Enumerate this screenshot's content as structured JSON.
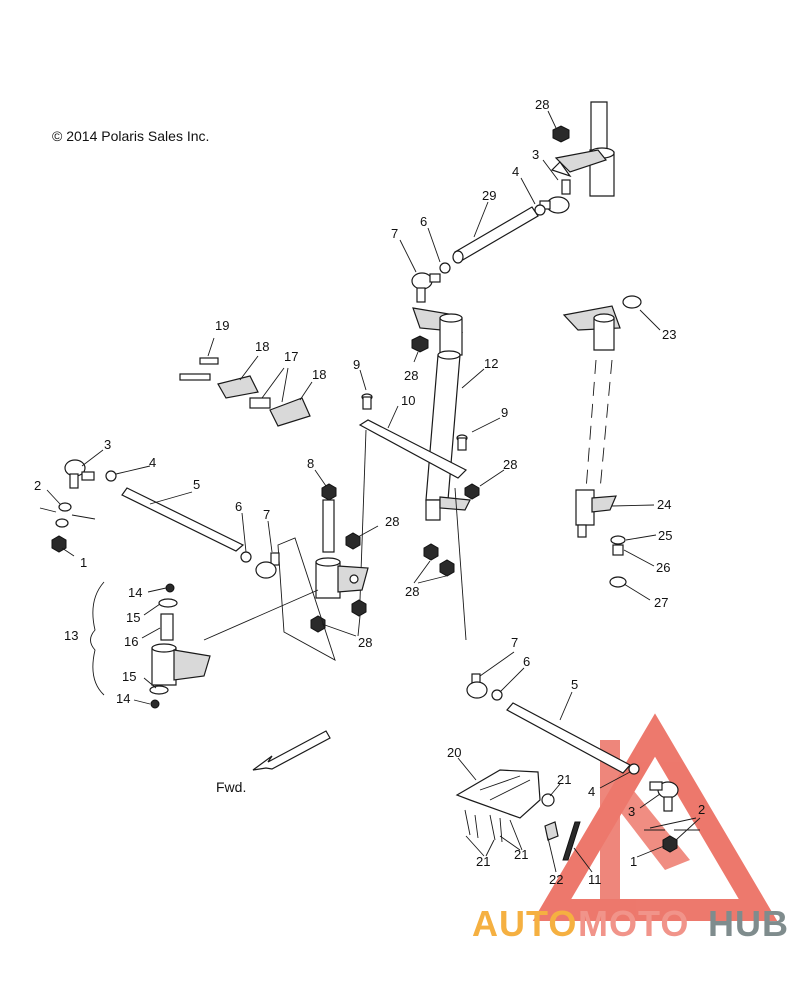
{
  "copyright": "© 2014 Polaris Sales Inc.",
  "forward_label": "Fwd.",
  "callouts": [
    {
      "id": "c28a",
      "label": "28"
    },
    {
      "id": "c3a",
      "label": "3"
    },
    {
      "id": "c4a",
      "label": "4"
    },
    {
      "id": "c29",
      "label": "29"
    },
    {
      "id": "c7a",
      "label": "7"
    },
    {
      "id": "c6a",
      "label": "6"
    },
    {
      "id": "c23",
      "label": "23"
    },
    {
      "id": "c19",
      "label": "19"
    },
    {
      "id": "c18a",
      "label": "18"
    },
    {
      "id": "c17",
      "label": "17"
    },
    {
      "id": "c18b",
      "label": "18"
    },
    {
      "id": "c28b",
      "label": "28"
    },
    {
      "id": "c9a",
      "label": "9"
    },
    {
      "id": "c12",
      "label": "12"
    },
    {
      "id": "c10",
      "label": "10"
    },
    {
      "id": "c9b",
      "label": "9"
    },
    {
      "id": "c3b",
      "label": "3"
    },
    {
      "id": "c4b",
      "label": "4"
    },
    {
      "id": "c5a",
      "label": "5"
    },
    {
      "id": "c2a",
      "label": "2"
    },
    {
      "id": "c8",
      "label": "8"
    },
    {
      "id": "c28c",
      "label": "28"
    },
    {
      "id": "c24",
      "label": "24"
    },
    {
      "id": "c6b",
      "label": "6"
    },
    {
      "id": "c7b",
      "label": "7"
    },
    {
      "id": "c28d",
      "label": "28"
    },
    {
      "id": "c25",
      "label": "25"
    },
    {
      "id": "c1a",
      "label": "1"
    },
    {
      "id": "c26",
      "label": "26"
    },
    {
      "id": "c28e",
      "label": "28"
    },
    {
      "id": "c27",
      "label": "27"
    },
    {
      "id": "c14a",
      "label": "14"
    },
    {
      "id": "c15a",
      "label": "15"
    },
    {
      "id": "c28f",
      "label": "28"
    },
    {
      "id": "c13",
      "label": "13"
    },
    {
      "id": "c16",
      "label": "16"
    },
    {
      "id": "c7c",
      "label": "7"
    },
    {
      "id": "c6c",
      "label": "6"
    },
    {
      "id": "c5b",
      "label": "5"
    },
    {
      "id": "c15b",
      "label": "15"
    },
    {
      "id": "c14b",
      "label": "14"
    },
    {
      "id": "c20",
      "label": "20"
    },
    {
      "id": "c21a",
      "label": "21"
    },
    {
      "id": "c4c",
      "label": "4"
    },
    {
      "id": "c2b",
      "label": "2"
    },
    {
      "id": "c3c",
      "label": "3"
    },
    {
      "id": "c21b",
      "label": "21"
    },
    {
      "id": "c21c",
      "label": "21"
    },
    {
      "id": "c1b",
      "label": "1"
    },
    {
      "id": "c22",
      "label": "22"
    },
    {
      "id": "c11",
      "label": "11"
    }
  ],
  "watermark": {
    "part1": "AUTO",
    "part2": "MOTO",
    "part3": "HUB",
    "color_part1": "#f5b041",
    "color_part2": "#f1948a",
    "color_part3": "#7f8c8d",
    "logo_color": "#e74c3c"
  }
}
